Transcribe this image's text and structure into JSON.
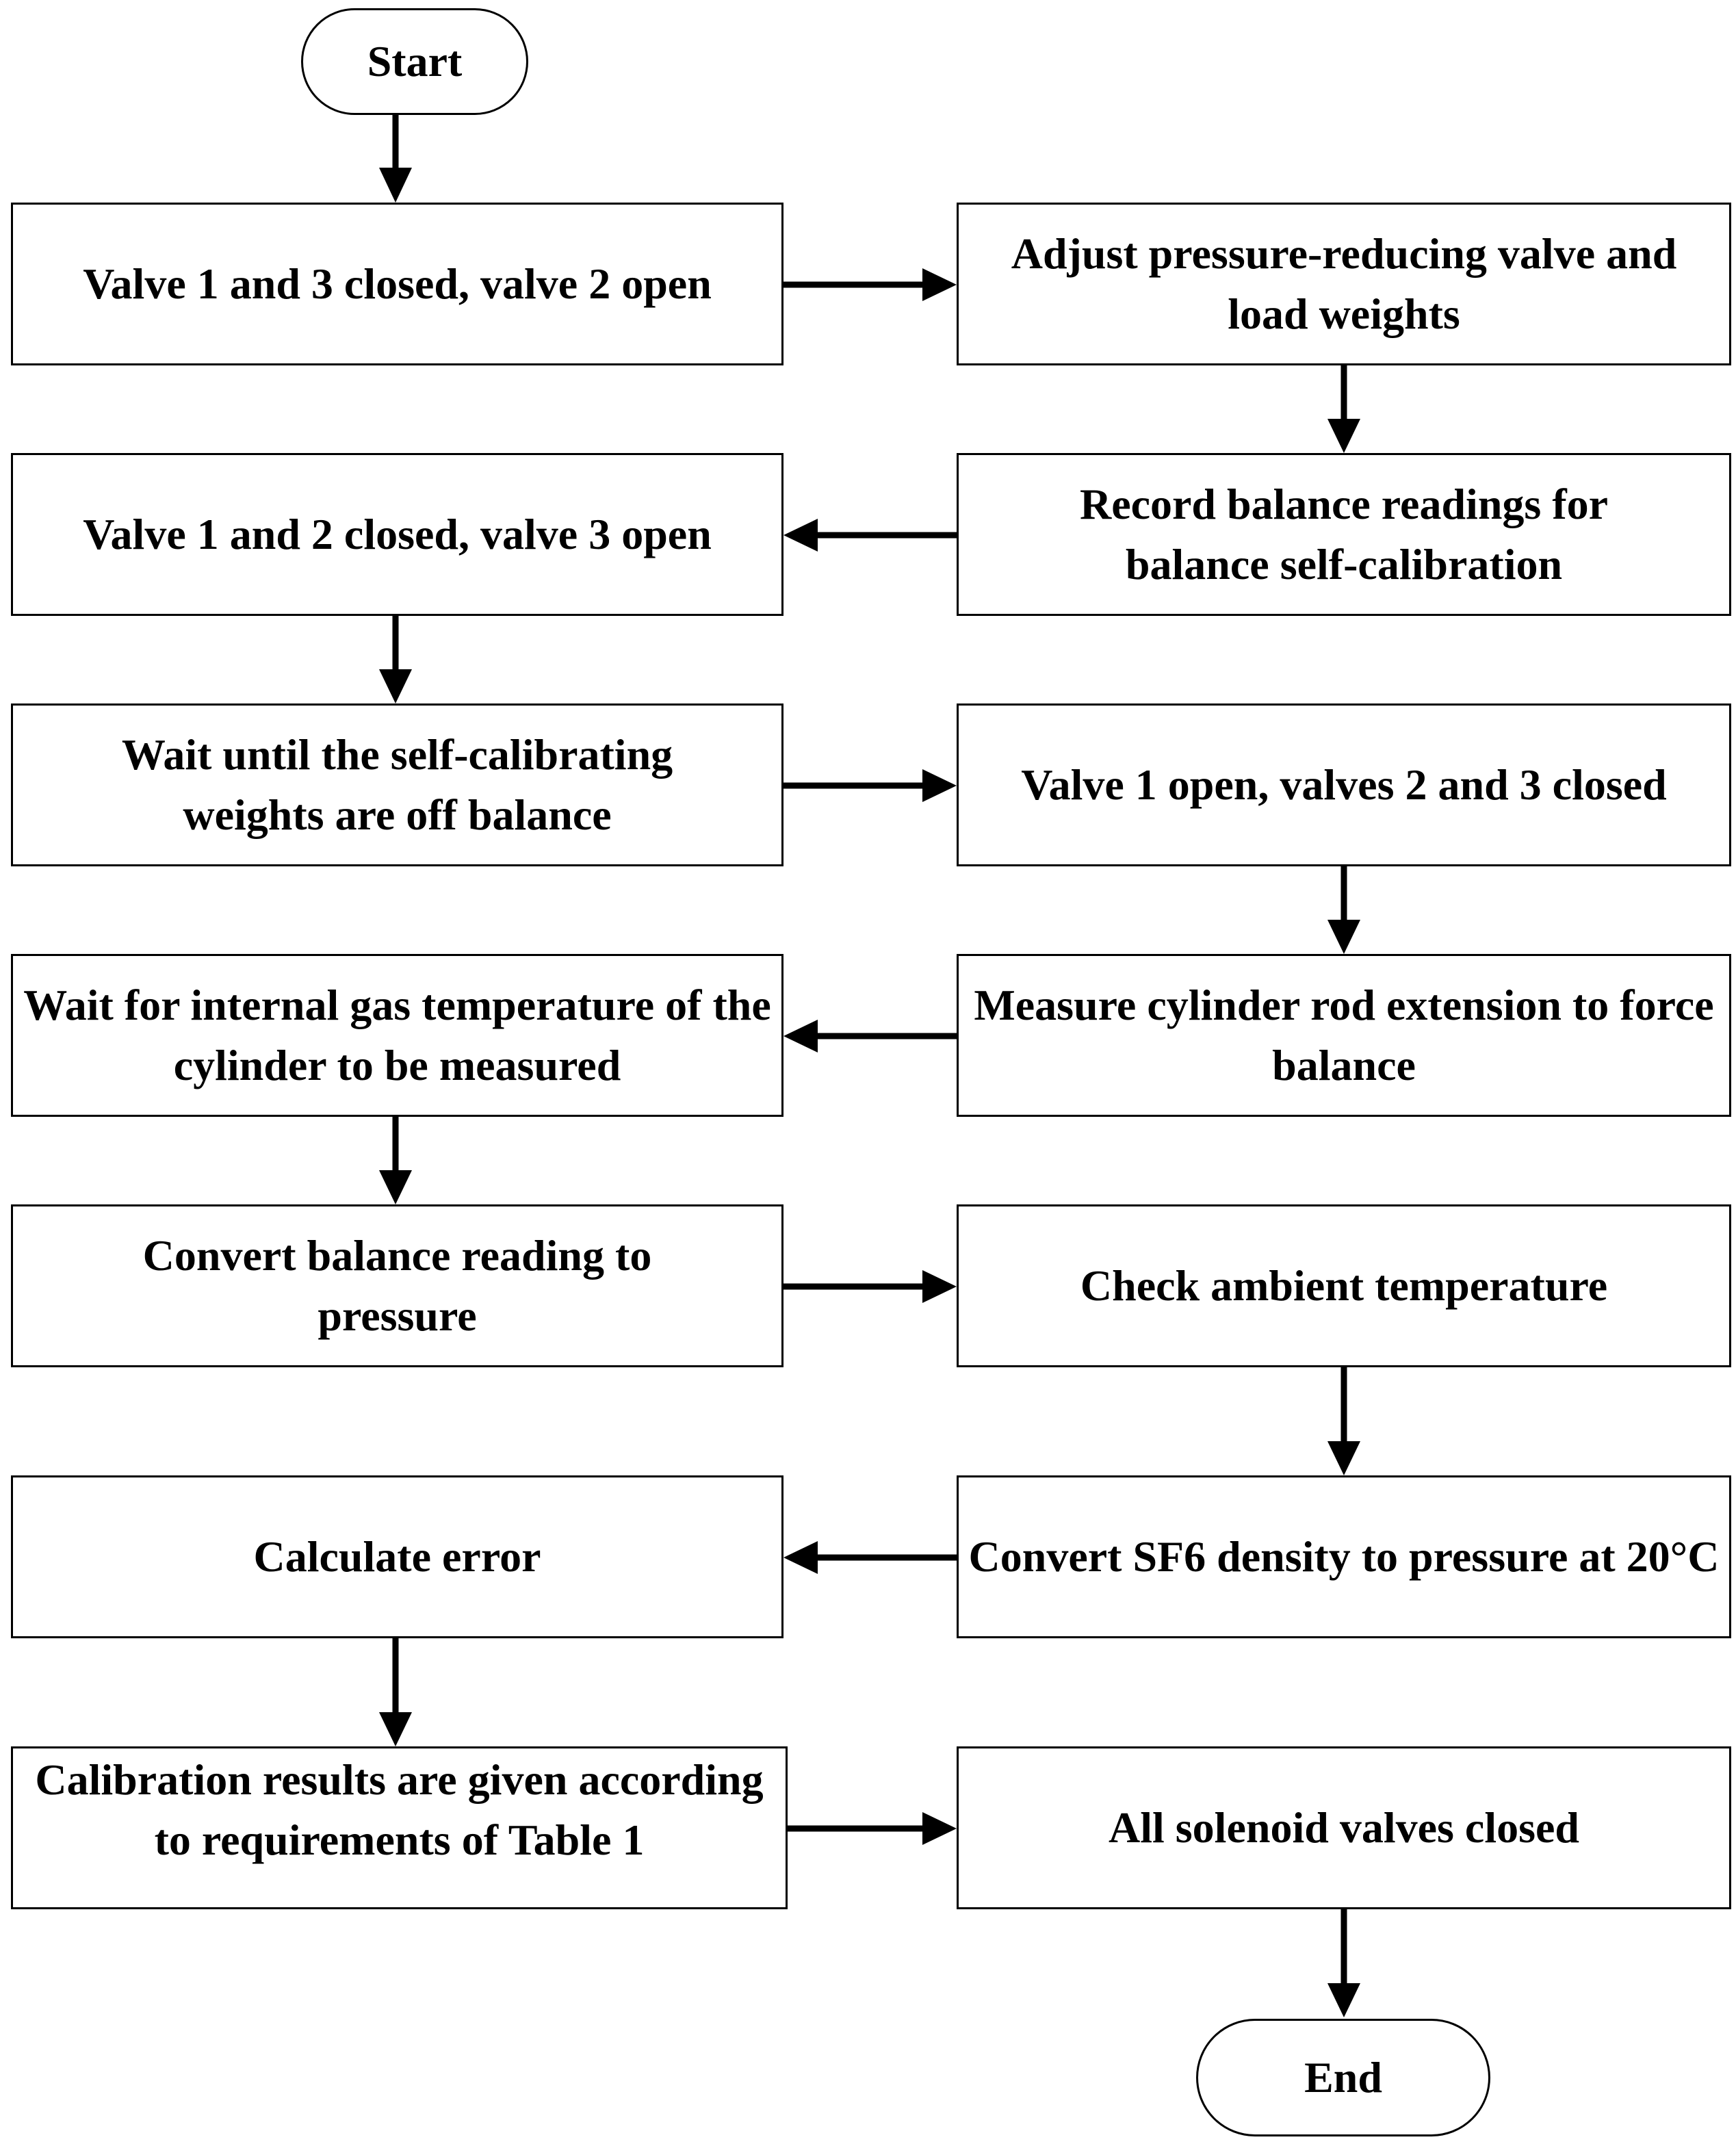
{
  "diagram": {
    "nodes": [
      {
        "id": "start",
        "shape": "terminal",
        "label": "Start"
      },
      {
        "id": "n1",
        "shape": "process",
        "label": "Valve 1 and 3 closed, valve 2  open"
      },
      {
        "id": "n2",
        "shape": "process",
        "label": "Adjust pressure-reducing valve and load weights"
      },
      {
        "id": "n3",
        "shape": "process",
        "label": "Record balance readings for balance self-calibration"
      },
      {
        "id": "n4",
        "shape": "process",
        "label": "Valve 1 and 2 closed, valve 3 open"
      },
      {
        "id": "n5",
        "shape": "process",
        "label": "Wait until the self-calibrating weights are off balance"
      },
      {
        "id": "n6",
        "shape": "process",
        "label": "Valve 1 open, valves 2 and 3 closed"
      },
      {
        "id": "n7",
        "shape": "process",
        "label": "Measure cylinder rod extension to force balance"
      },
      {
        "id": "n8",
        "shape": "process",
        "label": "Wait for internal gas temperature of the cylinder to be measured"
      },
      {
        "id": "n9",
        "shape": "process",
        "label": "Convert balance reading to pressure"
      },
      {
        "id": "n10",
        "shape": "process",
        "label": "Check ambient temperature"
      },
      {
        "id": "n11",
        "shape": "process",
        "label": "Convert SF6 density to pressure at 20°C"
      },
      {
        "id": "n12",
        "shape": "process",
        "label": "Calculate error"
      },
      {
        "id": "n13",
        "shape": "process",
        "label": "Calibration results are given according to requirements of Table 1"
      },
      {
        "id": "n14",
        "shape": "process",
        "label": "All solenoid valves closed"
      },
      {
        "id": "end",
        "shape": "terminal",
        "label": "End"
      }
    ],
    "edges": [
      {
        "from": "start",
        "to": "n1"
      },
      {
        "from": "n1",
        "to": "n2"
      },
      {
        "from": "n2",
        "to": "n3"
      },
      {
        "from": "n3",
        "to": "n4"
      },
      {
        "from": "n4",
        "to": "n5"
      },
      {
        "from": "n5",
        "to": "n6"
      },
      {
        "from": "n6",
        "to": "n7"
      },
      {
        "from": "n7",
        "to": "n8"
      },
      {
        "from": "n8",
        "to": "n9"
      },
      {
        "from": "n9",
        "to": "n10"
      },
      {
        "from": "n10",
        "to": "n11"
      },
      {
        "from": "n11",
        "to": "n12"
      },
      {
        "from": "n12",
        "to": "n13"
      },
      {
        "from": "n13",
        "to": "n14"
      },
      {
        "from": "n14",
        "to": "end"
      }
    ]
  }
}
